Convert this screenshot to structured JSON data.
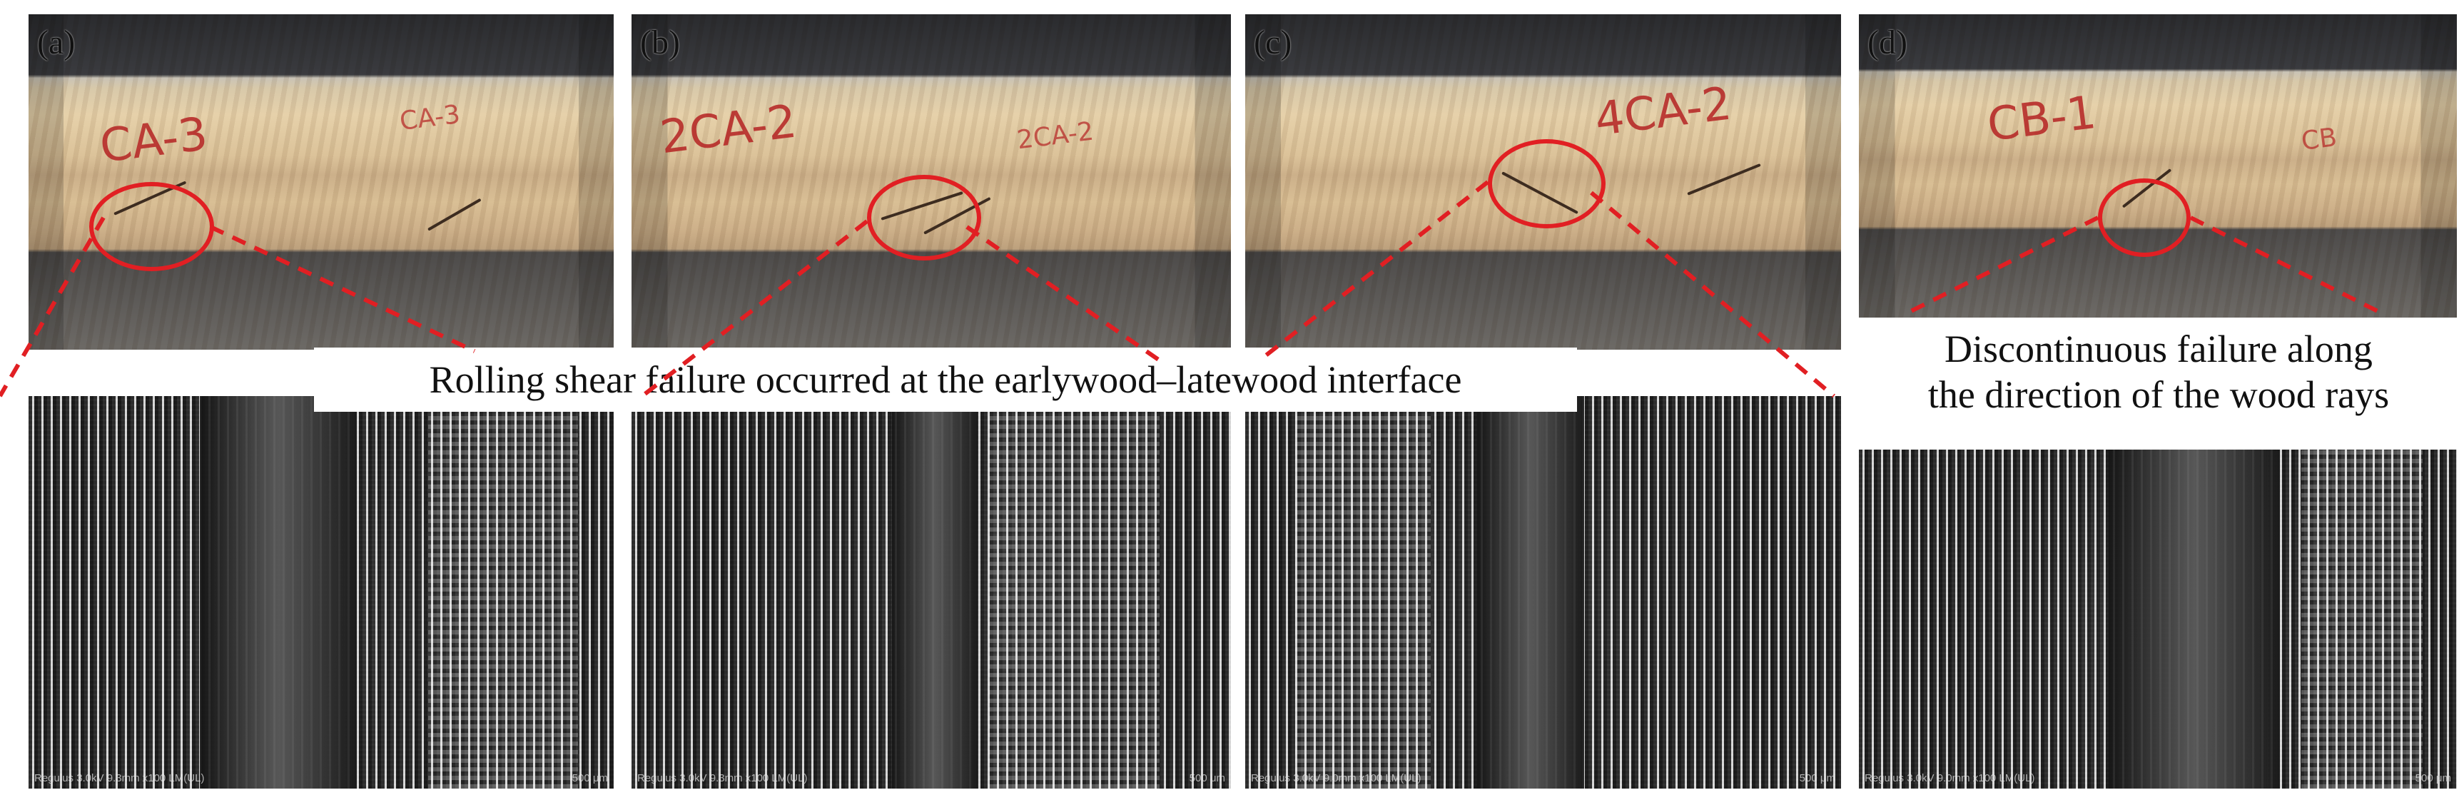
{
  "figure": {
    "panel_labels": [
      "(a)",
      "(b)",
      "(c)",
      "(d)"
    ],
    "specimen_marks": [
      "CA-3",
      "CA-3",
      "2CA-2",
      "2CA-2",
      "4CA-2",
      "CB-1",
      "CB"
    ],
    "callouts": {
      "main": "Rolling shear failure occurred at the earlywood–latewood interface",
      "right_line1": "Discontinuous failure along",
      "right_line2": "the direction of the wood rays"
    },
    "sem_meta": [
      {
        "left": "Regulus 3.0kV 9.3mm x100 LM(UL)",
        "right": "500 μm"
      },
      {
        "left": "Regulus 3.0kV 9.3mm x100 LM(UL)",
        "right": "500 μm"
      },
      {
        "left": "Regulus 3.0kV 9.0mm x100 LM(UL)",
        "right": "500 μm"
      },
      {
        "left": "Regulus 3.0kV 9.0mm x100 LM(UL)",
        "right": "500 μm"
      }
    ]
  },
  "colors": {
    "accent_red": "#e11f23",
    "dashed_red": "#e11f23",
    "text": "#111111",
    "background": "#ffffff"
  }
}
